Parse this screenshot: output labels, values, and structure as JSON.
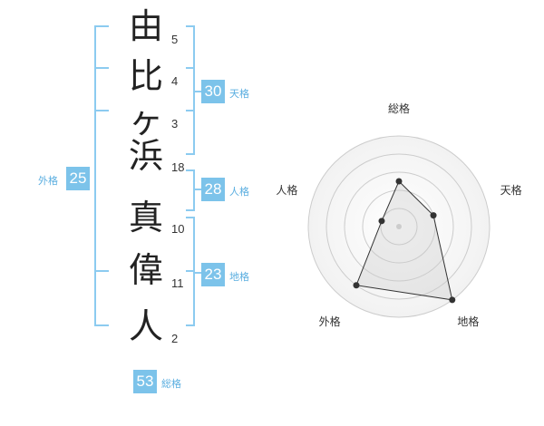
{
  "name_chars": [
    {
      "char": "由",
      "strokes": "5"
    },
    {
      "char": "比",
      "strokes": "4"
    },
    {
      "char": "ヶ",
      "strokes": "3"
    },
    {
      "char": "浜",
      "strokes": "18"
    },
    {
      "char": "真",
      "strokes": "10"
    },
    {
      "char": "偉",
      "strokes": "11"
    },
    {
      "char": "人",
      "strokes": "2"
    }
  ],
  "kaku": {
    "tenkaku": {
      "value": "30",
      "label": "天格"
    },
    "jinkaku": {
      "value": "28",
      "label": "人格"
    },
    "chikaku": {
      "value": "23",
      "label": "地格"
    },
    "gaikaku": {
      "value": "25",
      "label": "外格"
    },
    "soukaku": {
      "value": "53",
      "label": "総格"
    }
  },
  "colors": {
    "accent": "#7cc3ea",
    "bracket": "#8ccbf0",
    "text": "#222222"
  },
  "chart_data": {
    "type": "radar",
    "axes": [
      "総格",
      "天格",
      "地格",
      "外格",
      "人格"
    ],
    "values": [
      2.5,
      2.0,
      5.0,
      4.0,
      1.0
    ],
    "rmax": 5
  }
}
